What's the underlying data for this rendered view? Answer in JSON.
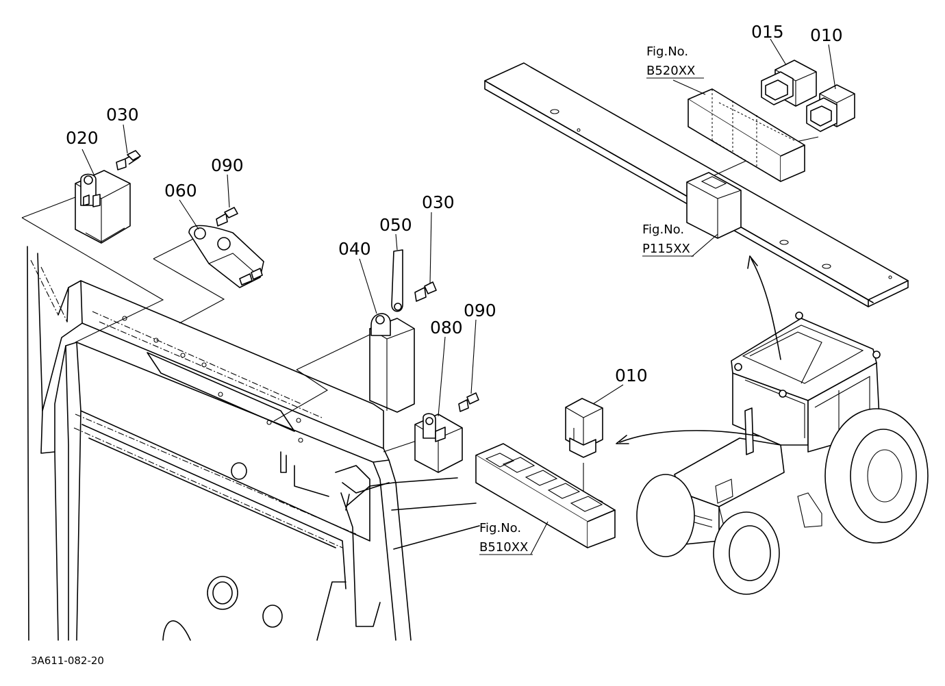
{
  "drawing_code": "3A611-082-20",
  "callouts": {
    "c015": "015",
    "c010_top": "010",
    "c030_left": "030",
    "c020": "020",
    "c090_upper": "090",
    "c060": "060",
    "c050": "050",
    "c030_mid": "030",
    "c040": "040",
    "c090_lower": "090",
    "c080": "080",
    "c010_mid": "010"
  },
  "figure_refs": {
    "b520": {
      "prefix": "Fig.No.",
      "code": "B520XX"
    },
    "p115": {
      "prefix": "Fig.No.",
      "code": "P115XX"
    },
    "b510": {
      "prefix": "Fig.No.",
      "code": "B510XX"
    }
  }
}
